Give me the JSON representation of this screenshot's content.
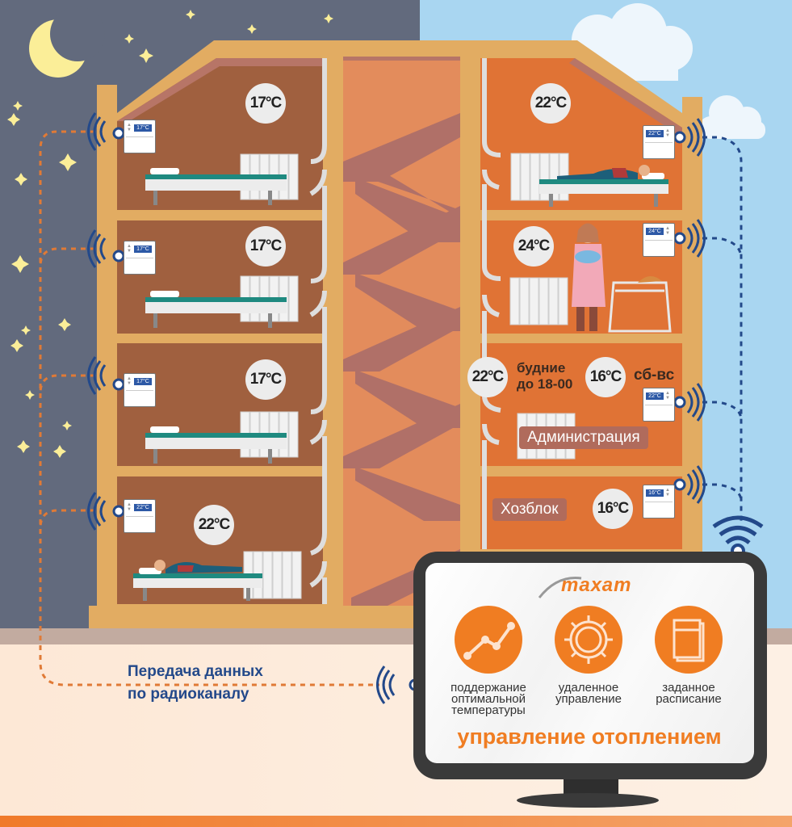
{
  "scene": {
    "left_side": "night",
    "right_side": "day",
    "colors": {
      "night_sky": "#626a7d",
      "day_sky": "#a9d6f1",
      "frame": "#e2ac62",
      "room_dark": "#a0603f",
      "room_orange": "#e07335",
      "stair_wall": "#e38c5c",
      "accent_orange": "#f07d22",
      "radio_blue": "#23498a"
    }
  },
  "left_rooms": [
    {
      "temperature": "17°C",
      "thermostat_display": "17°C",
      "occupant": "empty bed"
    },
    {
      "temperature": "17°C",
      "thermostat_display": "17°C",
      "occupant": "empty bed"
    },
    {
      "temperature": "17°C",
      "thermostat_display": "17°C",
      "occupant": "empty bed"
    },
    {
      "temperature": "22°C",
      "thermostat_display": "22°C",
      "occupant": "patient in bed"
    }
  ],
  "right_rooms": [
    {
      "temperature": "22°C",
      "thermostat_display": "22°C",
      "occupant": "patient in bed"
    },
    {
      "temperature": "24°C",
      "thermostat_display": "24°C",
      "occupant": "nurse with baby"
    },
    {
      "name": "Администрация",
      "weekday_temperature": "22°C",
      "weekday_note_line1": "будние",
      "weekday_note_line2": "до 18-00",
      "weekend_temperature": "16°C",
      "weekend_note": "сб-вс",
      "thermostat_display": "22°C"
    },
    {
      "name": "Хозблок",
      "temperature": "16°C",
      "thermostat_display": "16°C"
    }
  ],
  "radio": {
    "label_line1": "Передача данных",
    "label_line2": "по радиоканалу"
  },
  "monitor": {
    "brand": "тахат",
    "features": [
      {
        "icon": "chart-line-icon",
        "line1": "поддержание",
        "line2": "оптимальной",
        "line3": "температуры"
      },
      {
        "icon": "helm-wheel-icon",
        "line1": "удаленное",
        "line2": "управление",
        "line3": ""
      },
      {
        "icon": "calendar-pages-icon",
        "line1": "заданное",
        "line2": "расписание",
        "line3": ""
      }
    ],
    "headline": "управление отоплением"
  }
}
